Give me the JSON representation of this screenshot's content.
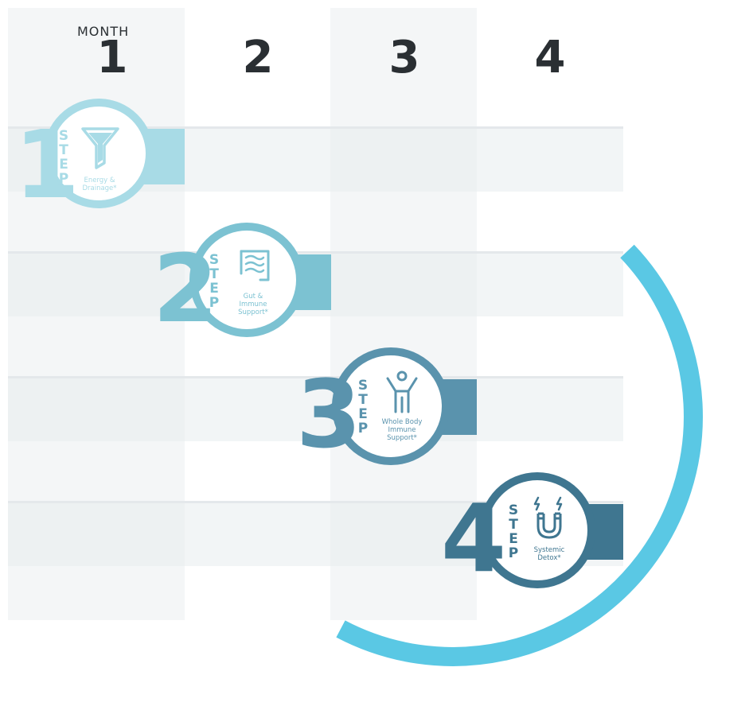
{
  "header": {
    "month_label": "MONTH",
    "months": [
      "1",
      "2",
      "3",
      "4"
    ]
  },
  "colors": {
    "step1": "#a8dbe6",
    "step2": "#7cc2d2",
    "step3": "#5a93ad",
    "step4": "#3f7690",
    "arc": "#5ac8e4",
    "column_shade": "#f4f6f7",
    "text_dark": "#2a2f33"
  },
  "steps": [
    {
      "number": "1",
      "word": "STEP",
      "icon": "funnel-icon",
      "caption": [
        "Energy &",
        "Drainage*"
      ]
    },
    {
      "number": "2",
      "word": "STEP",
      "icon": "intestine-icon",
      "caption": [
        "Gut &",
        "Immune",
        "Support*"
      ]
    },
    {
      "number": "3",
      "word": "STEP",
      "icon": "person-icon",
      "caption": [
        "Whole Body",
        "Immune",
        "Support*"
      ]
    },
    {
      "number": "4",
      "word": "STEP",
      "icon": "magnet-icon",
      "caption": [
        "Systemic",
        "Detox*"
      ]
    }
  ]
}
